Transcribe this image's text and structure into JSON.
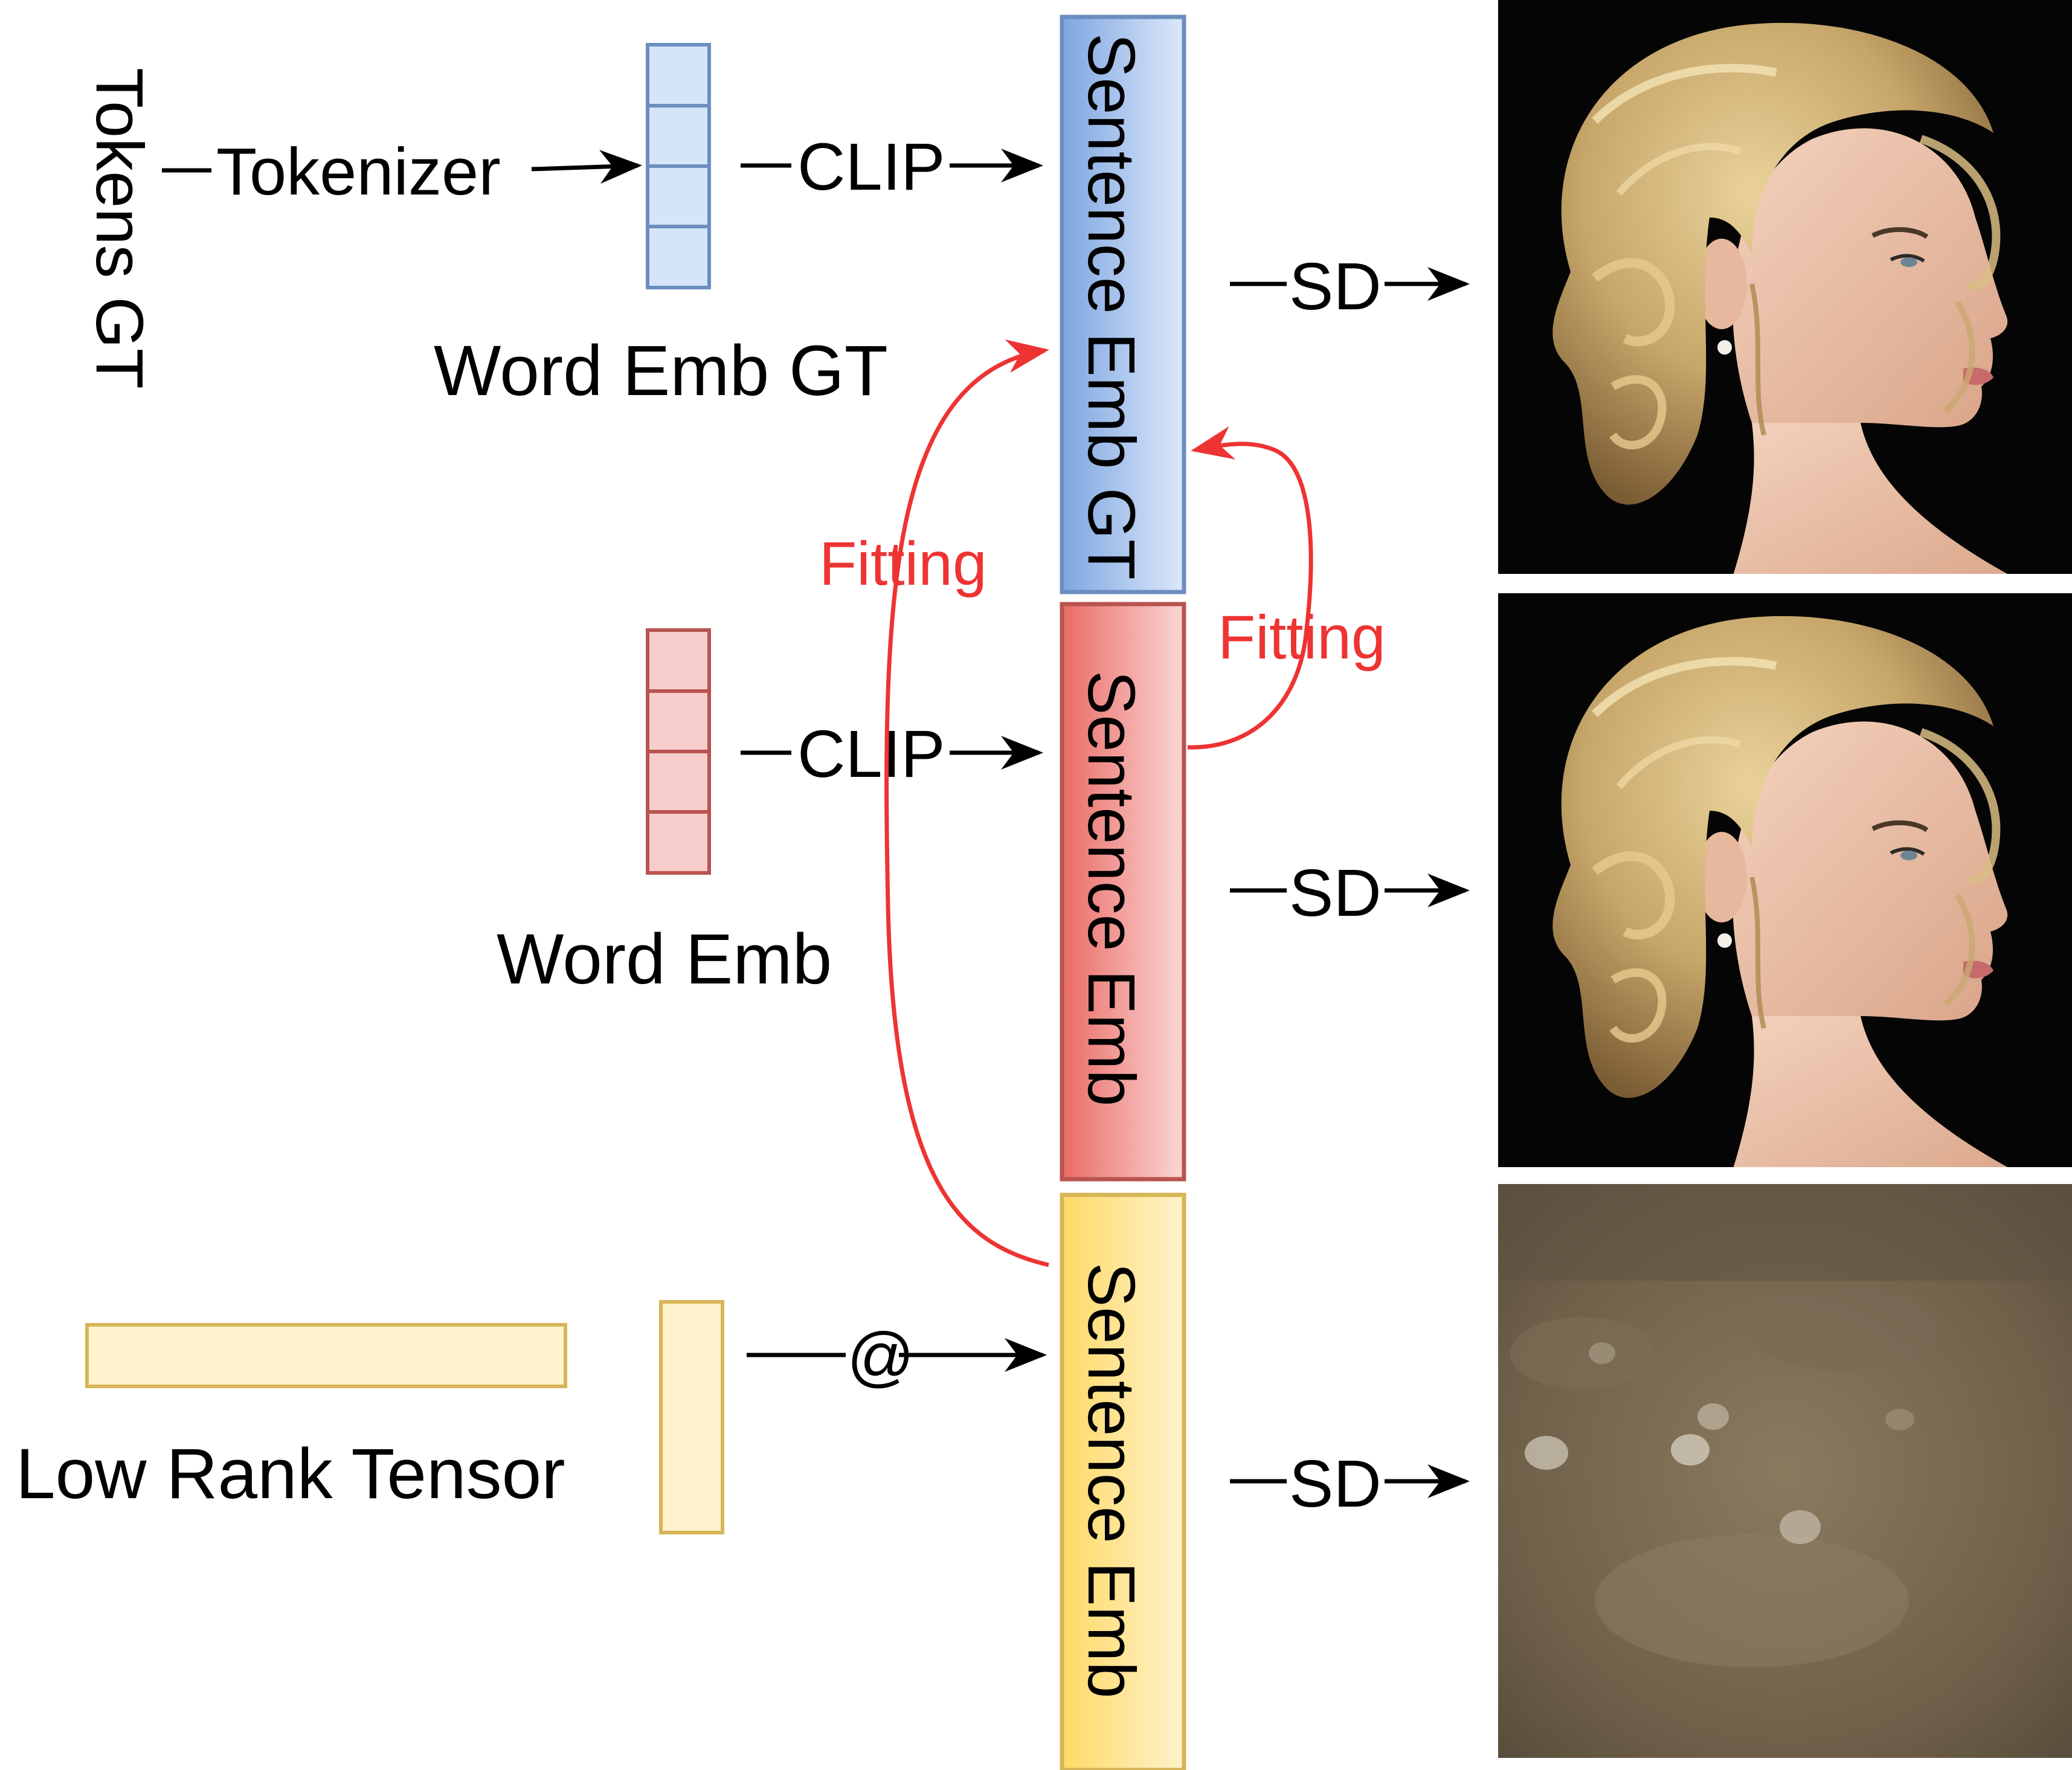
{
  "labels": {
    "tokens_gt": "Tokens GT",
    "tokenizer": "Tokenizer",
    "word_emb_gt": "Word Emb GT",
    "word_emb": "Word Emb",
    "low_rank_tensor": "Low Rank Tensor",
    "clip_1": "CLIP",
    "clip_2": "CLIP",
    "matmul": "@",
    "sentence_emb_gt": "Sentence Emb GT",
    "sentence_emb_red": "Sentence Emb",
    "sentence_emb_yellow": "Sentence Emb",
    "fitting_left": "Fitting",
    "fitting_right": "Fitting",
    "sd_1": "SD",
    "sd_2": "SD",
    "sd_3": "SD"
  },
  "images": {
    "top": "portrait-woman-curly-blonde-updo-profile",
    "middle": "portrait-woman-curly-blonde-updo-profile",
    "bottom": "blurry-brown-textured-noise"
  },
  "colors": {
    "blue_fill": "#d6e4fa",
    "blue_stroke": "#6c8ebf",
    "red_fill": "#f8cecc",
    "red_stroke": "#b85450",
    "yellow_fill": "#fff2cc",
    "yellow_stroke": "#d6b656",
    "fitting_red": "#ee3333"
  }
}
